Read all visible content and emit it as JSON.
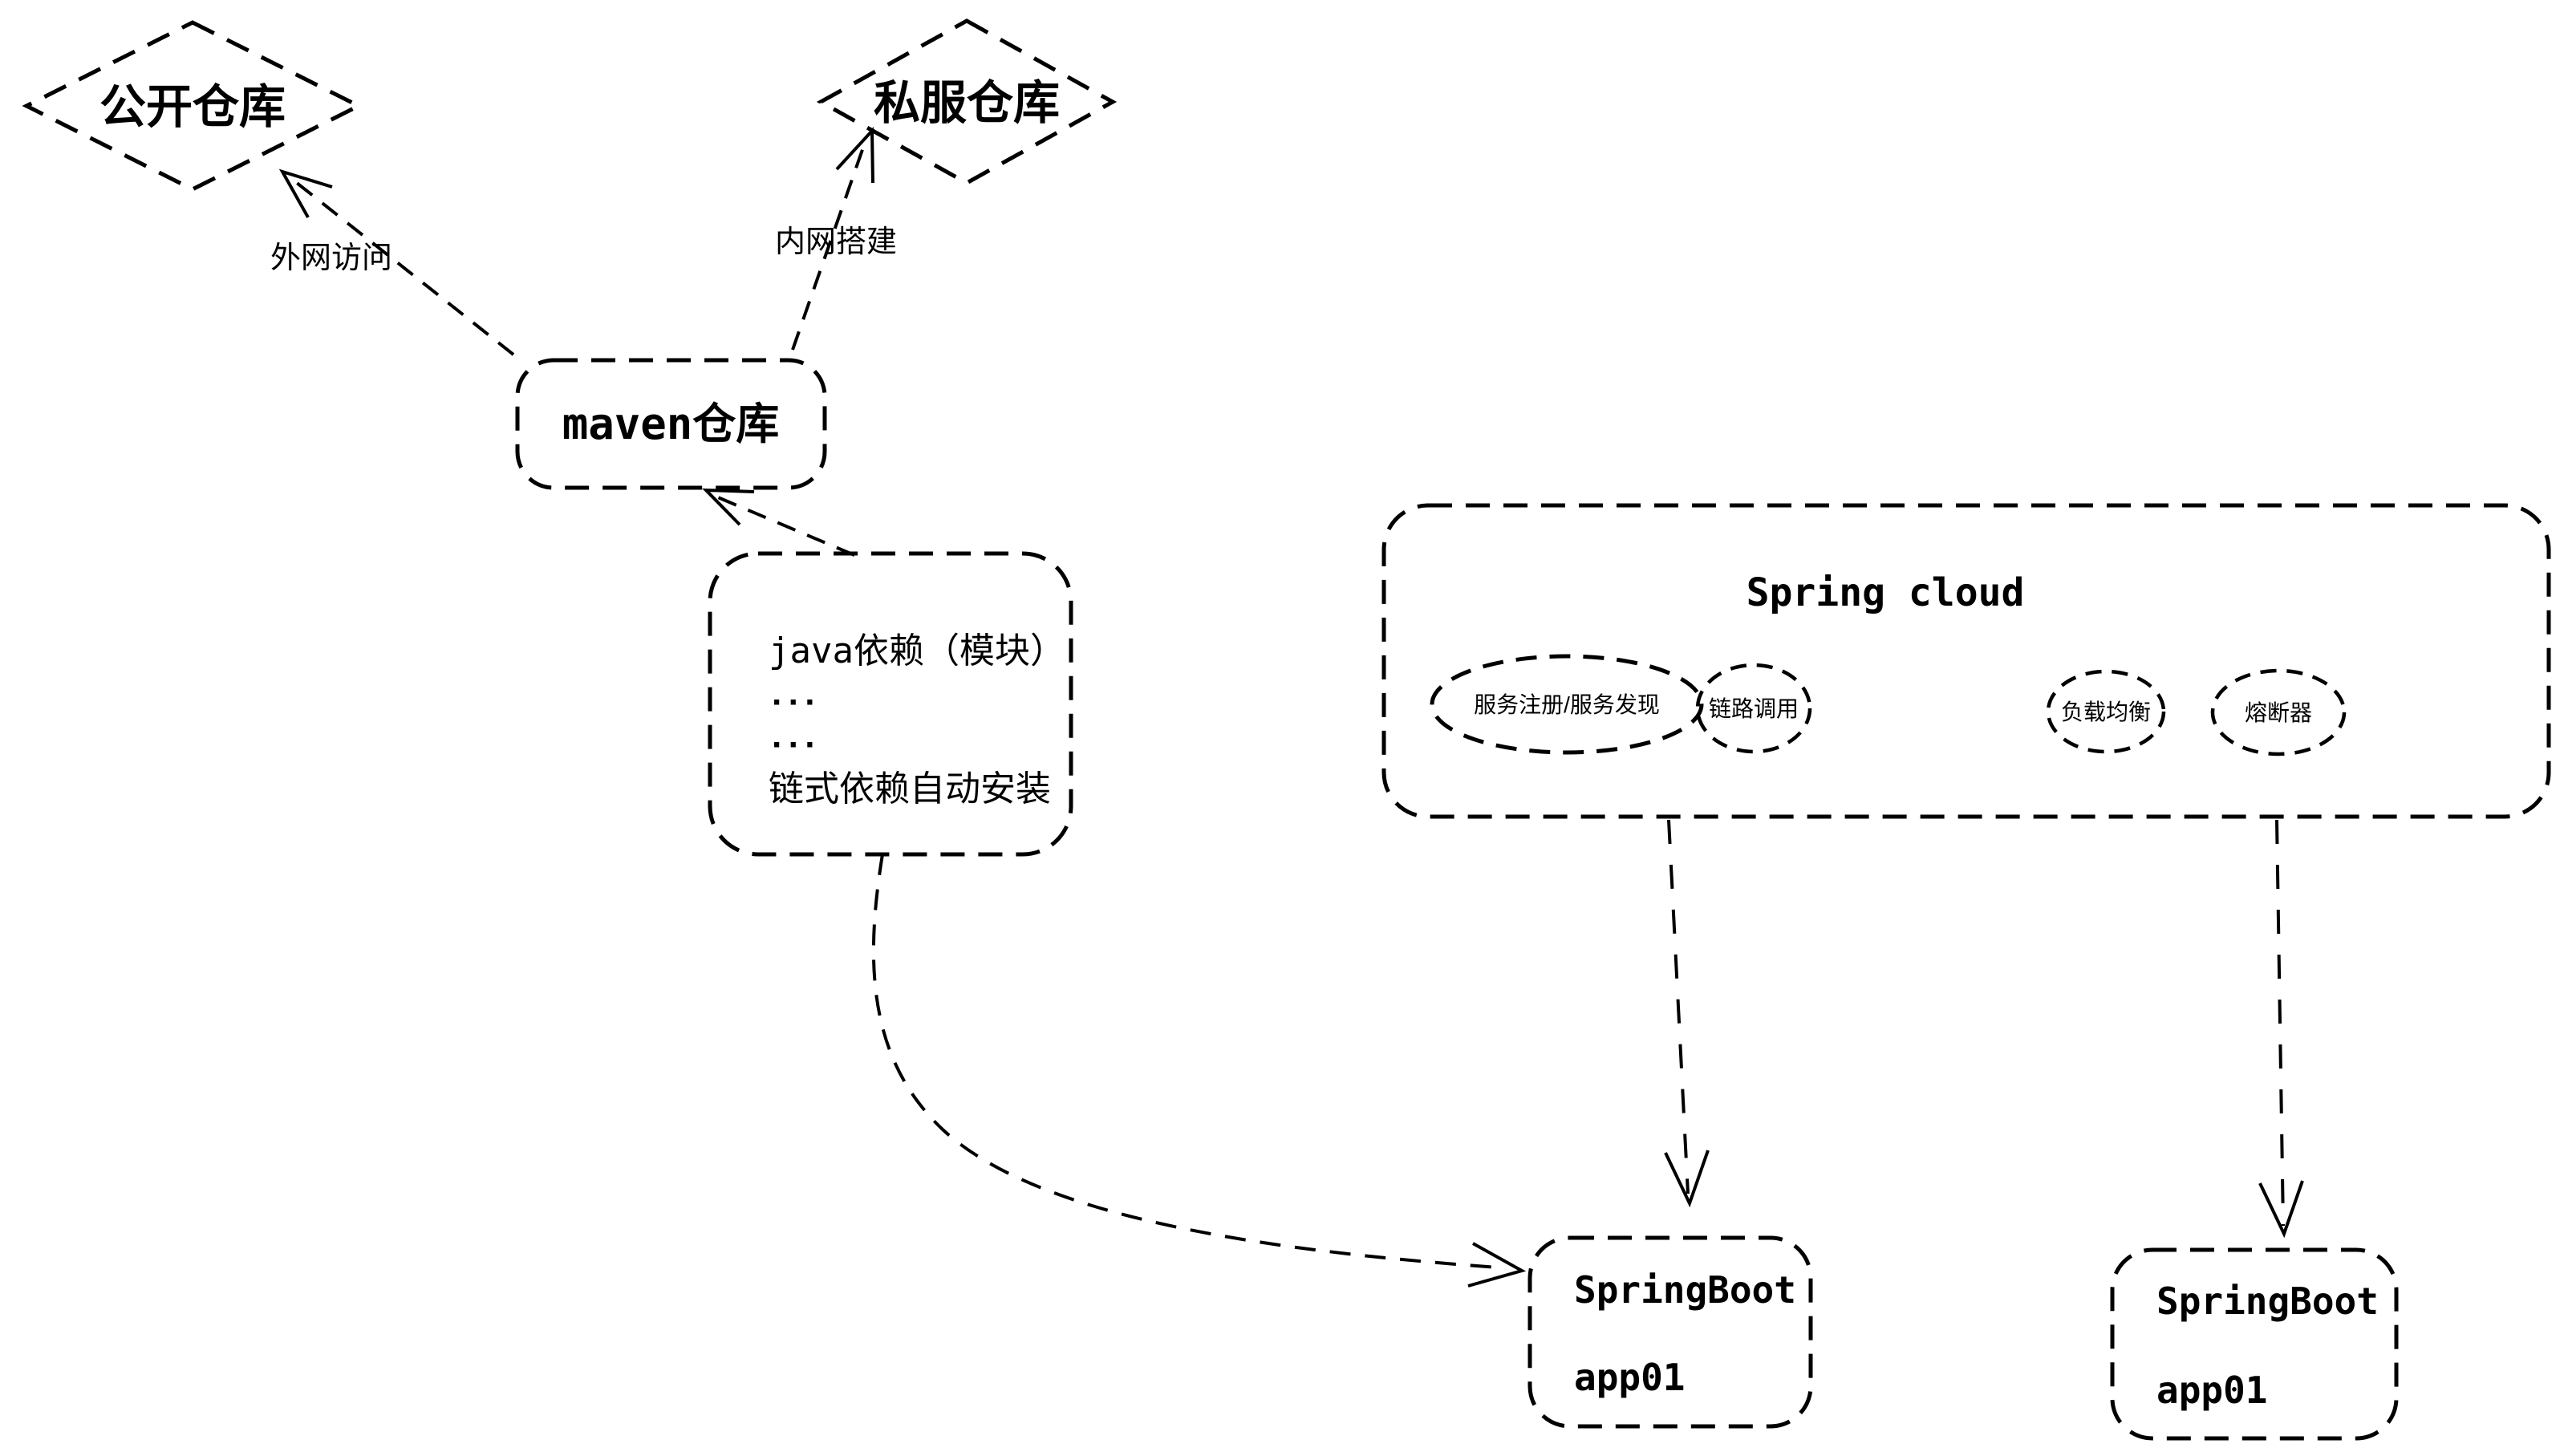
{
  "diagram": {
    "background_color": "#ffffff",
    "stroke_color": "#000000",
    "nodes": {
      "public_repo": {
        "shape": "diamond",
        "label": "公开仓库"
      },
      "private_repo": {
        "shape": "diamond",
        "label": "私服仓库"
      },
      "maven_repo": {
        "shape": "rounded-rect",
        "label": "maven仓库"
      },
      "java_deps": {
        "shape": "rounded-rect",
        "lines": [
          "java依赖（模块）",
          "···",
          "···",
          "链式依赖自动安装"
        ]
      },
      "spring_cloud": {
        "shape": "rounded-rect",
        "title": "Spring cloud",
        "features": [
          "服务注册/服务发现",
          "链路调用",
          "负载均衡",
          "熔断器"
        ]
      },
      "springboot_app1": {
        "shape": "rounded-rect",
        "line1": "SpringBoot",
        "line2": "app01"
      },
      "springboot_app2": {
        "shape": "rounded-rect",
        "line1": "SpringBoot",
        "line2": "app01"
      }
    },
    "edges": {
      "maven_to_public": {
        "label": "外网访问",
        "style": "dashed-arrow"
      },
      "maven_to_private": {
        "label": "内网搭建",
        "style": "dashed-arrow"
      },
      "java_to_maven": {
        "style": "dashed-arrow"
      },
      "java_to_app1": {
        "style": "dashed-curved-arrow"
      },
      "springcloud_to_app1": {
        "style": "dashed-arrow"
      },
      "springcloud_to_app2": {
        "style": "dashed-arrow"
      }
    }
  }
}
